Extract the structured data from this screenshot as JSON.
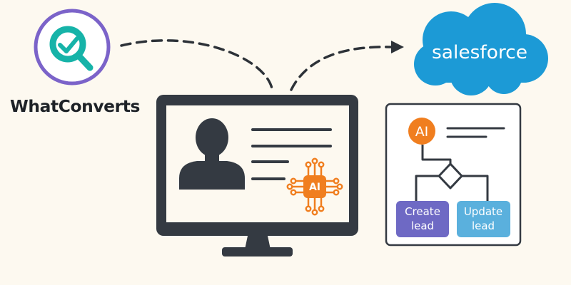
{
  "whatconverts": {
    "name": "WhatConverts",
    "ring_color": "#7b63c9",
    "accent_color": "#16b3a8",
    "icon": "magnifier-check-icon"
  },
  "salesforce": {
    "name": "salesforce",
    "cloud_color": "#1c9ad6",
    "icon": "cloud-icon"
  },
  "monitor": {
    "frame_color": "#343a42",
    "icon": "monitor-icon",
    "profile_icon": "user-silhouette-icon",
    "chip": {
      "label": "AI",
      "color": "#f07e1f",
      "icon": "ai-chip-icon"
    }
  },
  "workflow": {
    "ai_label": "AI",
    "ai_color": "#f07e1f",
    "decision_icon": "diamond-decision-icon",
    "create_button": {
      "line1": "Create",
      "line2": "lead",
      "color": "#6e69c4"
    },
    "update_button": {
      "line1": "Update",
      "line2": "lead",
      "color": "#5ab0dd"
    }
  }
}
